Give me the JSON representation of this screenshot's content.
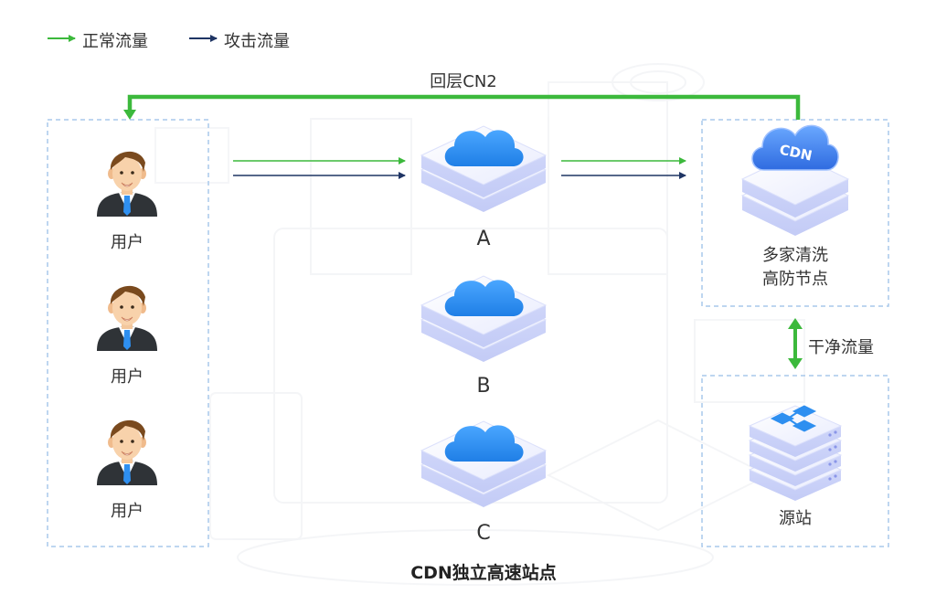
{
  "legend": {
    "normal_label": "正常流量",
    "attack_label": "攻击流量",
    "normal_color": "#3cb93c",
    "attack_color": "#1f3564"
  },
  "return_label": "回层CN2",
  "users": [
    {
      "label": "用户",
      "icon": "businessman-avatar-icon"
    },
    {
      "label": "用户",
      "icon": "businessman-avatar-icon"
    },
    {
      "label": "用户",
      "icon": "businessman-avatar-icon"
    }
  ],
  "cdn_nodes": [
    {
      "label": "A",
      "icon": "cloud-server-icon"
    },
    {
      "label": "B",
      "icon": "cloud-server-icon"
    },
    {
      "label": "C",
      "icon": "cloud-server-icon"
    }
  ],
  "cdn_group_title": "CDN独立高速站点",
  "scrub_node": {
    "line1": "多家清洗",
    "line2": "高防节点",
    "logo_text": "CDN",
    "icon": "cdn-cloud-server-icon"
  },
  "clean_flow_label": "干净流量",
  "origin_label": "源站",
  "colors": {
    "box_border": "#a9c8ec",
    "cloud_blue": "#2e8ff0",
    "slab_lavender": "#dfe3fb"
  }
}
